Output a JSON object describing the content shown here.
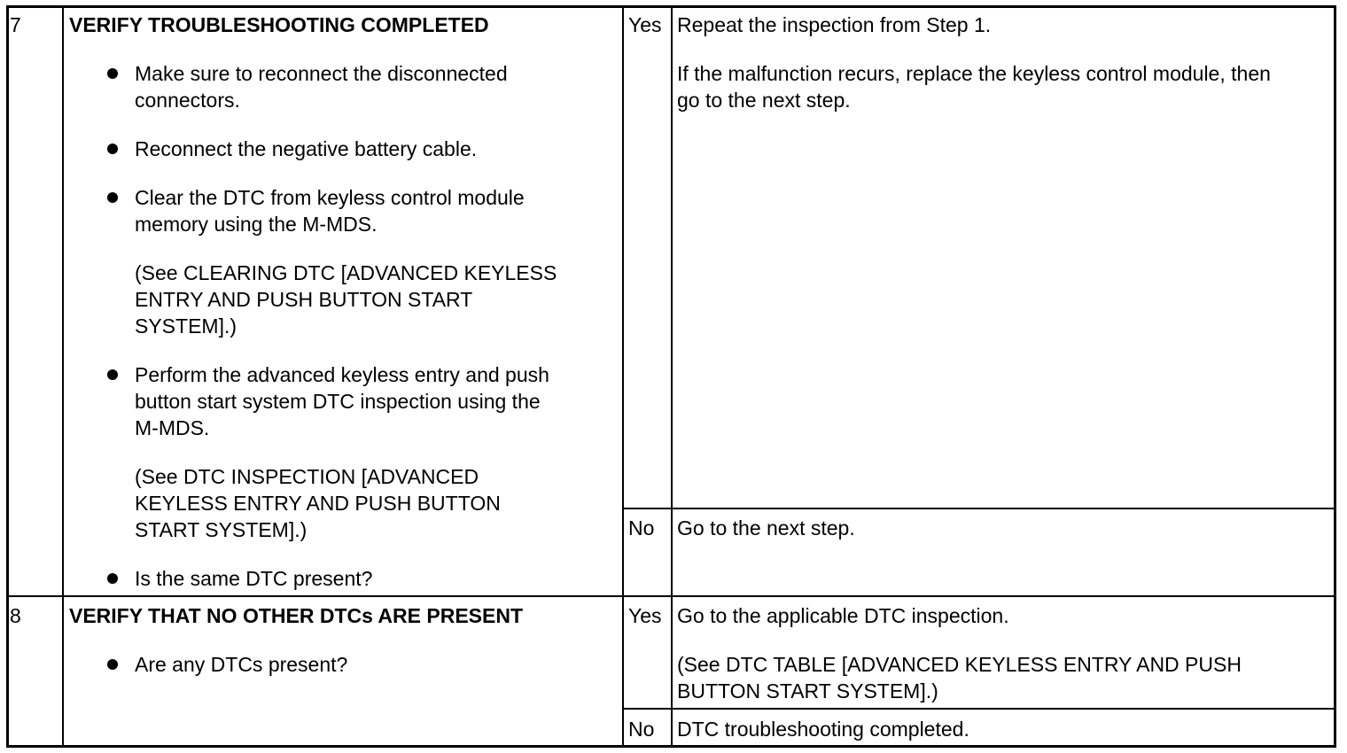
{
  "rows": [
    {
      "step": "7",
      "title": "VERIFY TROUBLESHOOTING COMPLETED",
      "items": [
        [
          "Make sure to reconnect the disconnected",
          "connectors."
        ],
        [
          "Reconnect the negative battery cable."
        ],
        [
          "Clear the DTC from keyless control module",
          "memory using the M-MDS."
        ],
        [
          "(See CLEARING DTC [ADVANCED KEYLESS",
          "ENTRY AND PUSH BUTTON START",
          "SYSTEM].)"
        ],
        [
          "Perform the advanced keyless entry and push",
          "button start system DTC inspection using the",
          "M-MDS."
        ],
        [
          "(See DTC INSPECTION [ADVANCED",
          "KEYLESS ENTRY AND PUSH BUTTON",
          "START SYSTEM].)"
        ],
        [
          "Is the same DTC present?"
        ]
      ],
      "yes_label": "Yes",
      "yes_action": [
        [
          "Repeat the inspection from Step 1."
        ],
        [
          "If the malfunction recurs, replace the keyless control module, then",
          "go to the next step."
        ]
      ],
      "no_label": "No",
      "no_action": [
        [
          "Go to the next step."
        ]
      ]
    },
    {
      "step": "8",
      "title": "VERIFY THAT NO OTHER DTCs ARE PRESENT",
      "items": [
        [
          "Are any DTCs present?"
        ]
      ],
      "yes_label": "Yes",
      "yes_action": [
        [
          "Go to the applicable DTC inspection."
        ],
        [
          "(See DTC TABLE [ADVANCED KEYLESS ENTRY AND PUSH",
          "BUTTON START SYSTEM].)"
        ]
      ],
      "no_label": "No",
      "no_action": [
        [
          "DTC troubleshooting completed."
        ]
      ]
    }
  ]
}
